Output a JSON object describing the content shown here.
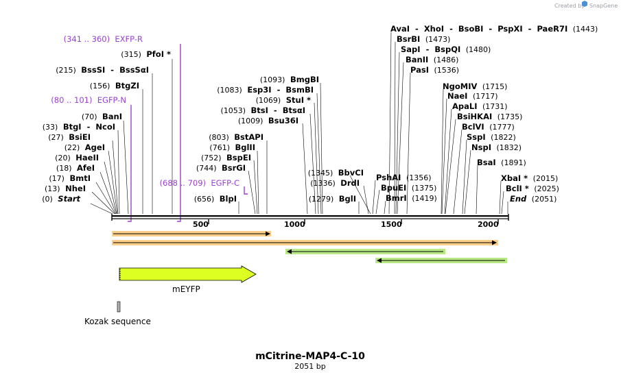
{
  "credit_text": "Created by",
  "credit_brand": "SnapGene",
  "title": "mCitrine-MAP4-C-10",
  "subtitle": "2051 bp",
  "ruler": {
    "ticks": [
      "500",
      "1000",
      "1500",
      "2000"
    ]
  },
  "left_sites": [
    {
      "parts": [
        "(341 .. 360)",
        "EXFP-R"
      ],
      "kind": "primer"
    },
    {
      "parts": [
        "(315)",
        "PfoI *"
      ]
    },
    {
      "parts": [
        "(215)",
        "BssSI",
        "-",
        "BssSαI"
      ]
    },
    {
      "parts": [
        "(156)",
        "BtgZI"
      ]
    },
    {
      "parts": [
        "(80 .. 101)",
        "EGFP-N"
      ],
      "kind": "primer"
    },
    {
      "parts": [
        "(70)",
        "BanI"
      ]
    },
    {
      "parts": [
        "(33)",
        "BtgI",
        "-",
        "NcoI"
      ]
    },
    {
      "parts": [
        "(27)",
        "BsiEI"
      ]
    },
    {
      "parts": [
        "(22)",
        "AgeI"
      ]
    },
    {
      "parts": [
        "(20)",
        "HaeII"
      ]
    },
    {
      "parts": [
        "(18)",
        "AfeI"
      ]
    },
    {
      "parts": [
        "(17)",
        "BmtI"
      ]
    },
    {
      "parts": [
        "(13)",
        "NheI"
      ]
    },
    {
      "parts": [
        "(0)",
        "Start"
      ]
    }
  ],
  "middle_sites": [
    {
      "parts": [
        "(1093)",
        "BmgBI"
      ]
    },
    {
      "parts": [
        "(1083)",
        "Esp3I",
        "-",
        "BsmBI"
      ]
    },
    {
      "parts": [
        "(1069)",
        "StuI *"
      ]
    },
    {
      "parts": [
        "(1053)",
        "BtsI",
        "-",
        "BtsαI"
      ]
    },
    {
      "parts": [
        "(1009)",
        "Bsu36I"
      ]
    },
    {
      "parts": [
        "(803)",
        "BstAPI"
      ]
    },
    {
      "parts": [
        "(761)",
        "BglII"
      ]
    },
    {
      "parts": [
        "(752)",
        "BspEI"
      ]
    },
    {
      "parts": [
        "(744)",
        "BsrGI"
      ]
    },
    {
      "parts": [
        "(688 .. 709)",
        "EGFP-C"
      ],
      "kind": "primer"
    },
    {
      "parts": [
        "(656)",
        "BlpI"
      ]
    },
    {
      "parts": [
        "(1345)",
        "BbvCI"
      ]
    },
    {
      "parts": [
        "(1336)",
        "DrdI"
      ]
    },
    {
      "parts": [
        "(1279)",
        "BglI"
      ]
    },
    {
      "parts": [
        "PshAI",
        "(1356)"
      ]
    },
    {
      "parts": [
        "BpuEI",
        "(1375)"
      ]
    },
    {
      "parts": [
        "BmrI",
        "(1419)"
      ]
    }
  ],
  "right_sites": [
    {
      "parts": [
        "AvaI",
        "-",
        "XhoI",
        "-",
        "BsoBI",
        "-",
        "PspXI",
        "-",
        "PaeR7I",
        "(1443)"
      ]
    },
    {
      "parts": [
        "BsrBI",
        "(1473)"
      ]
    },
    {
      "parts": [
        "SapI",
        "-",
        "BspQI",
        "(1480)"
      ]
    },
    {
      "parts": [
        "BanII",
        "(1486)"
      ]
    },
    {
      "parts": [
        "PasI",
        "(1536)"
      ]
    },
    {
      "parts": [
        "NgoMIV",
        "(1715)"
      ]
    },
    {
      "parts": [
        "NaeI",
        "(1717)"
      ]
    },
    {
      "parts": [
        "ApaLI",
        "(1731)"
      ]
    },
    {
      "parts": [
        "BsiHKAI",
        "(1735)"
      ]
    },
    {
      "parts": [
        "BclVI",
        "(1777)"
      ]
    },
    {
      "parts": [
        "SspI",
        "(1822)"
      ]
    },
    {
      "parts": [
        "NspI",
        "(1832)"
      ]
    },
    {
      "parts": [
        "BsaI",
        "(1891)"
      ]
    },
    {
      "parts": [
        "XbaI *",
        "(2015)"
      ]
    },
    {
      "parts": [
        "BclI *",
        "(2025)"
      ]
    },
    {
      "parts": [
        "End",
        "(2051)"
      ]
    }
  ],
  "features": [
    {
      "name": "mEYFP"
    },
    {
      "name": "Kozak sequence"
    }
  ],
  "colors": {
    "primer": "#9a3fd0",
    "orf_orange": "#f5a623",
    "orf_green": "#7ed321",
    "feature_yellow": "#ddff22",
    "kozak_gray": "#b0b0b0"
  }
}
